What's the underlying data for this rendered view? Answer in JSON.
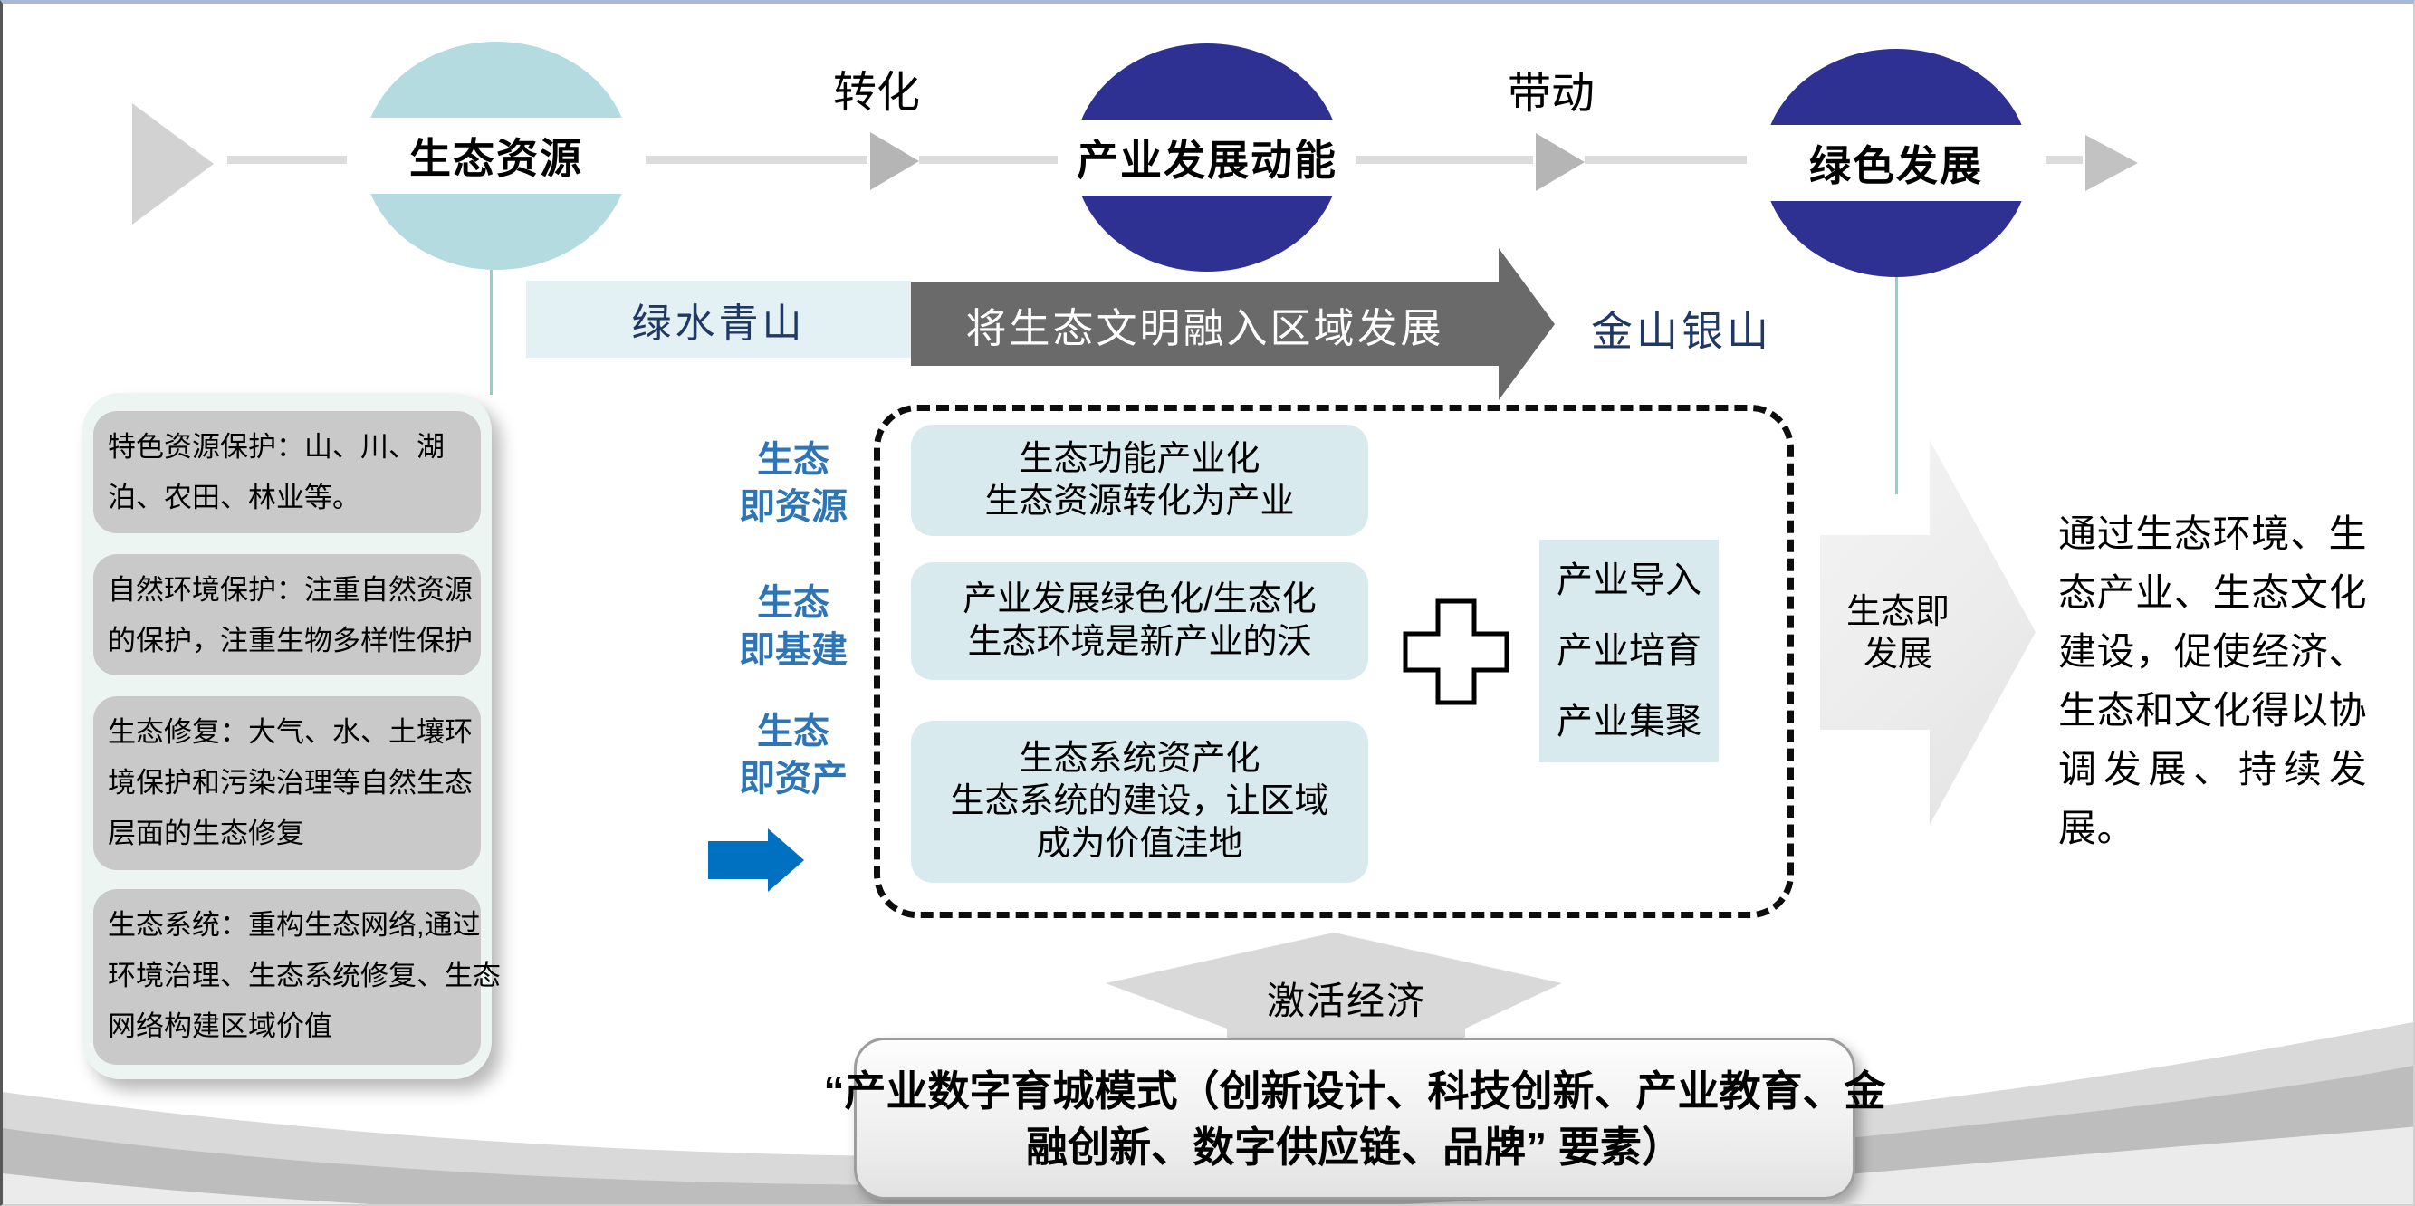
{
  "flow": {
    "nodes": [
      {
        "label": "生态资源",
        "color": "#b3dbe0"
      },
      {
        "label": "产业发展动能",
        "color": "#2e3192"
      },
      {
        "label": "绿色发展",
        "color": "#2e3192"
      }
    ],
    "edge_labels": [
      "转化",
      "带动"
    ]
  },
  "banner": {
    "left": "绿水青山",
    "arrow": "将生态文明融入区域发展",
    "right": "金山银山"
  },
  "left_panel": {
    "items": [
      {
        "lines": [
          "特色资源保护：山、川、湖",
          "泊、农田、林业等。"
        ]
      },
      {
        "lines": [
          "自然环境保护：注重自然资源",
          "的保护，注重生物多样性保护"
        ]
      },
      {
        "lines": [
          "生态修复：大气、水、土壤环",
          "境保护和污染治理等自然生态",
          "层面的生态修复"
        ]
      },
      {
        "lines": [
          "生态系统：重构生态网络,通过",
          "环境治理、生态系统修复、生态",
          "网络构建区域价值"
        ]
      }
    ]
  },
  "middle": {
    "labels": [
      {
        "lines": [
          "生态",
          "即资源"
        ]
      },
      {
        "lines": [
          "生态",
          "即基建"
        ]
      },
      {
        "lines": [
          "生态",
          "即资产"
        ]
      }
    ],
    "boxes": [
      {
        "lines": [
          "生态功能产业化",
          "生态资源转化为产业"
        ]
      },
      {
        "lines": [
          "产业发展绿色化/生态化",
          "生态环境是新产业的沃"
        ]
      },
      {
        "lines": [
          "生态系统资产化",
          "生态系统的建设，让区域",
          "成为价值洼地"
        ]
      }
    ]
  },
  "industry_box": {
    "lines": [
      "产业导入",
      "产业培育",
      "产业集聚"
    ]
  },
  "dev_arrow": {
    "lines": [
      "生态即",
      "发展"
    ]
  },
  "right_paragraph": {
    "lines": [
      "通过生态环境、生",
      "态产业、生态文化",
      "建设，促使经济、",
      "生态和文化得以协",
      "调发展、持续发",
      "展。"
    ]
  },
  "activate": {
    "label": "激活经济"
  },
  "bottom_box": {
    "lines": [
      "“产业数字育城模式（创新设计、科技创新、产业教育、金",
      "融创新、数字供应链、品牌” 要素）"
    ]
  },
  "colors": {
    "node_teal": "#b3dbe0",
    "node_indigo": "#2e3192",
    "banner_gray": "#6a6a6a",
    "navy": "#1f3864",
    "blue_label": "#2e75b6",
    "blue_arrow": "#0070c0",
    "pale_box": "#d9eaee",
    "gray_box": "#c9c9c9",
    "swoosh_light": "#d9d9d9",
    "swoosh_dark": "#bdbdbd"
  }
}
